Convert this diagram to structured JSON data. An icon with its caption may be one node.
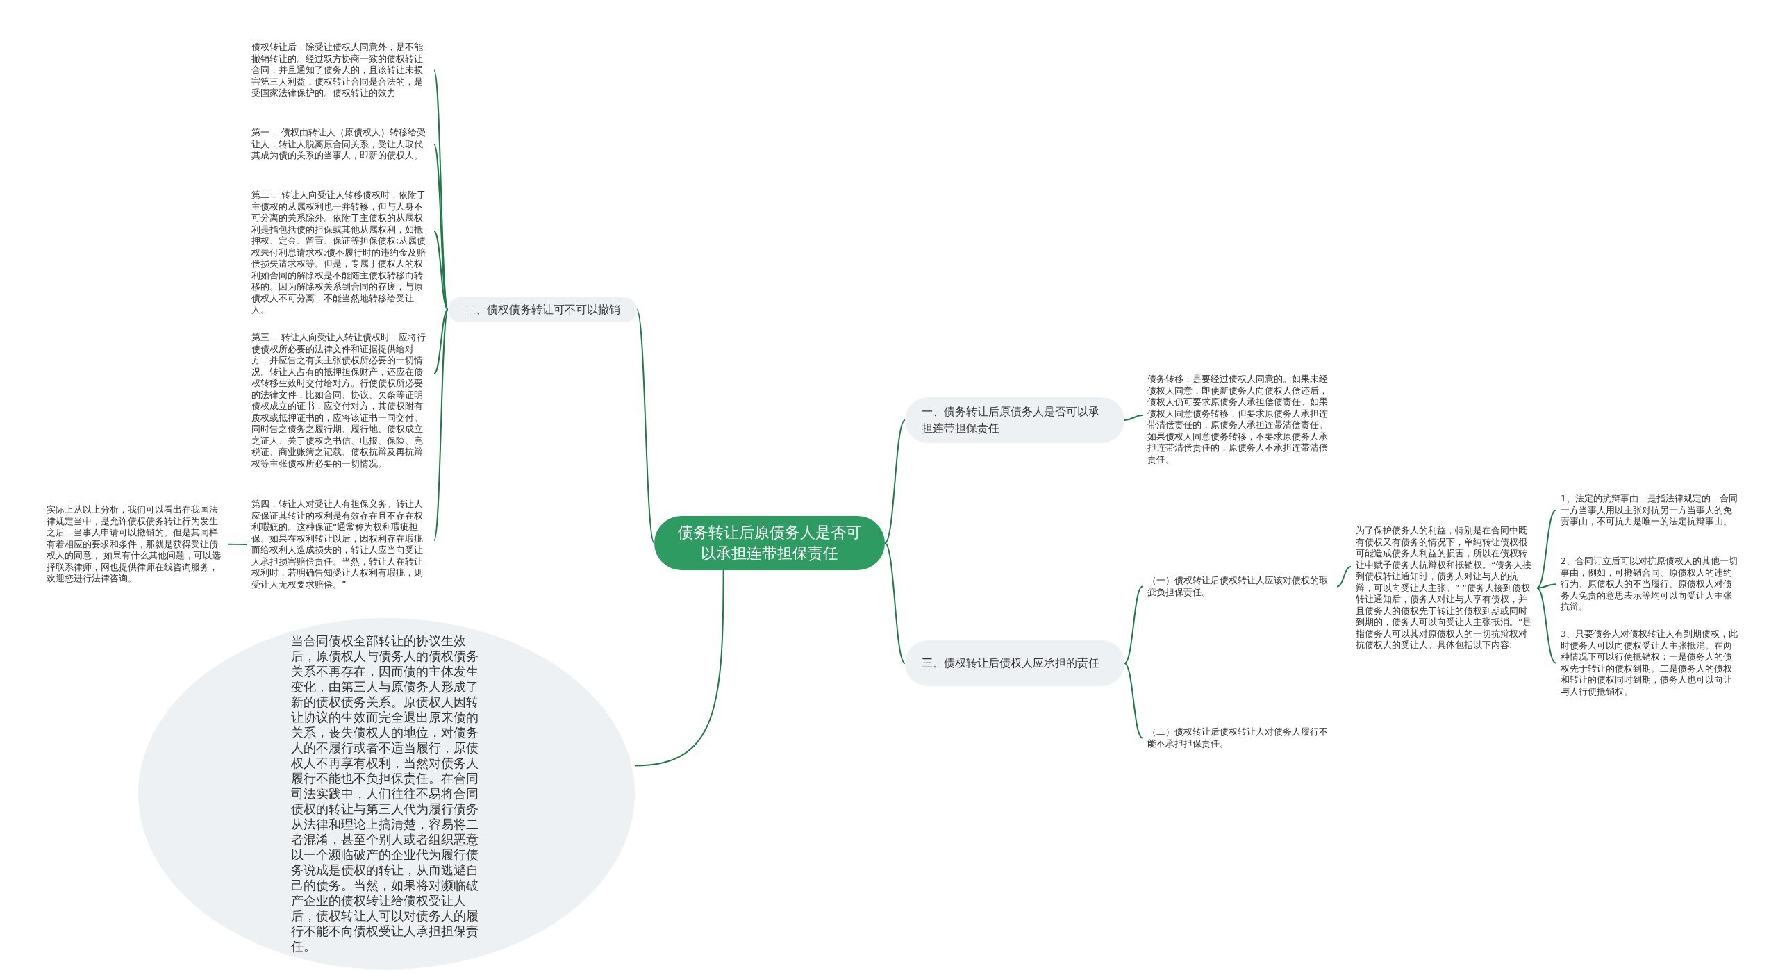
{
  "diagram": {
    "nodes": [
      {
        "text": [
          "债务转让后原债务人是否可以承担连带担保责任"
        ]
      },
      {
        "text": [
          "二、债权债务转让可不可以撤销"
        ]
      },
      {
        "text": [
          "债权转让后，除受让债权人同意外，是不能撤销转让的。经过双方协商一致的债权转让合同，并且通知了债务人的，且该转让未损害第三人利益，债权转让合同是合法的，是受国家法律保护的。债权转让的效力"
        ]
      },
      {
        "text": [
          "第一， 债权由转让人（原债权人）转移给受让人，转让人脱离原合同关系，受让人取代其成为债的关系的当事人，即新的债权人。"
        ]
      },
      {
        "text": [
          "第二， 转让人向受让人转移债权时，依附于主债权的从属权利也一并转移，但与人身不可分离的关系除外。依附于主债权的从属权利是指包括债的担保或其他从属权利，如抵押权、定金、留置、保证等担保债权;从属债权未付利息请求权;债不履行时的违约金及赔偿损失请求权等。但是，专属于债权人的权利如合同的解除权是不能随主债权转移而转移的。因为解除权关系到合同的存废，与原债权人不可分离，不能当然地转移给受让人。"
        ]
      },
      {
        "text": [
          "第三， 转让人向受让人转让债权时，应将行使债权所必要的法律文件和证据提供给对方，并应告之有关主张债权所必要的一切情况。转让人占有的抵押担保财产，还应在债权转移生效时交付给对方。行使债权所必要的法律文件，比如合同、协议、欠条等证明债权成立的证书，应交付对方，其债权附有质权或抵押证书的，应将该证书一同交付。同时告之债务之履行期、履行地、债权成立之证人、关于债权之书信、电报、保险、完税证、商业账簿之记载、债权抗辩及再抗辩权等主张债权所必要的一切情况。"
        ]
      },
      {
        "text": [
          "第四，转让人对受让人有担保义务。转让人应保证其转让的权利是有效存在且不存在权利瑕疵的。这种保证“通常称为权利瑕疵担保。如果在权利转让以后，因权利存在瑕疵而给权利人造成损失的，转让人应当向受让人承担损害赔偿责任。当然，转让人在转让权利时，若明确告知受让人权利有瑕疵，则受让人无权要求赔偿。”"
        ]
      },
      {
        "text": [
          "实际上从以上分析，我们可以看出在我国法律规定当中，是允许债权债务转让行为发生之后，当事人申请可以撤销的。但是其同样有着相应的要求和条件，那就是获得受让债权人的同意， 如果有什么其他问题，可以选择联系律师，网也提供律师在线咨询服务，欢迎您进行法律咨询。"
        ]
      },
      {
        "text": [
          "当合同债权全部转让的协议生效后，原债权人与债务人的债权债务关系不再存在，因而债的主体发生变化，由第三人与原债务人形成了新的债权债务关系。原债权人因转让协议的生效而完全退出原来债的关系，丧失债权人的地位，对债务人的不履行或者不适当履行，原债权人不再享有权利，当然对债务人履行不能也不负担保责任。在合同司法实践中，人们往往不易将合同债权的转让与第三人代为履行债务从法律和理论上搞清楚，容易将二者混淆，甚至个别人或者组织恶意以一个濒临破产的企业代为履行债务说成是债权的转让，从而逃避自己的债务。当然，如果将对濒临破产企业的债权转让给债权受让人后，债权转让人可以对债务人的履行不能不向债权受让人承担担保责任。"
        ]
      },
      {
        "text": [
          "一、债务转让后原债务人是否可以承担连带担保责任"
        ]
      },
      {
        "text": [
          "债务转移，是要经过债权人同意的。如果未经债权人同意，即使新债务人向债权人偿还后，债权人仍可要求原债务人承担偿债责任。如果债权人同意债务转移，但要求原债务人承担连带清偿责任的，原债务人承担连带清偿责任。如果债权人同意债务转移，不要求原债务人承担连带清偿责任的，原债务人不承担连带清偿责任。"
        ]
      },
      {
        "text": [
          "三、债权转让后债权人应承担的责任"
        ]
      },
      {
        "text": [
          "（一）债权转让后债权转让人应该对债权的瑕疵负担保责任。"
        ]
      },
      {
        "text": [
          "为了保护债务人的利益，特别是在合同中既有债权又有债务的情况下，单纯转让债权很可能造成债务人利益的损害，所以在债权转让中赋予债务人抗辩权和抵销权。“债务人接到债权转让通知时，债务人对让与人的抗辩，可以向受让人主张。” “债务人接到债权转让通知后，债务人对让与人享有债权，并且债务人的债权先于转让的债权到期或同时到期的，债务人可以向受让人主张抵消。”是指债务人可以其对原债权人的一切抗辩权对抗债权人的受让人。具体包括以下内容:"
        ]
      },
      {
        "text": [
          "1、法定的抗辩事由，是指法律规定的，合同一方当事人用以主张对抗另一方当事人的免责事由，不可抗力是唯一的法定抗辩事由。"
        ]
      },
      {
        "text": [
          "2、合同订立后可以对抗原债权人的其他一切事由，例如，可撤销合同、原债权人的违约行为、原债权人的不当履行、原债权人对债务人免责的意思表示等均可以向受让人主张抗辩。"
        ]
      },
      {
        "text": [
          "3、只要债务人对债权转让人有到期债权，此时债务人可以向债权受让人主张抵消。在两种情况下可以行使抵销权：一是债务人的债权先于转让的债权到期。二是债务人的债权和转让的债权同时到期，债务人也可以向让与人行使抵销权。"
        ]
      },
      {
        "text": [
          "（二）债权转让后债权转让人对债务人履行不能不承担担保责任。"
        ]
      }
    ],
    "edges": [
      {
        "from": 0,
        "to": 1,
        "arrow": "none"
      },
      {
        "from": 1,
        "to": 2,
        "arrow": "none"
      },
      {
        "from": 1,
        "to": 3,
        "arrow": "none"
      },
      {
        "from": 1,
        "to": 4,
        "arrow": "none"
      },
      {
        "from": 1,
        "to": 5,
        "arrow": "none"
      },
      {
        "from": 1,
        "to": 6,
        "arrow": "none"
      },
      {
        "from": 6,
        "to": 7,
        "arrow": "none"
      },
      {
        "from": 0,
        "to": 8,
        "arrow": "none"
      },
      {
        "from": 0,
        "to": 9,
        "arrow": "none"
      },
      {
        "from": 9,
        "to": 10,
        "arrow": "none"
      },
      {
        "from": 0,
        "to": 11,
        "arrow": "none"
      },
      {
        "from": 11,
        "to": 12,
        "arrow": "none"
      },
      {
        "from": 12,
        "to": 13,
        "arrow": "none"
      },
      {
        "from": 13,
        "to": 14,
        "arrow": "none"
      },
      {
        "from": 13,
        "to": 15,
        "arrow": "none"
      },
      {
        "from": 13,
        "to": 16,
        "arrow": "none"
      },
      {
        "from": 11,
        "to": 17,
        "arrow": "none"
      }
    ]
  }
}
